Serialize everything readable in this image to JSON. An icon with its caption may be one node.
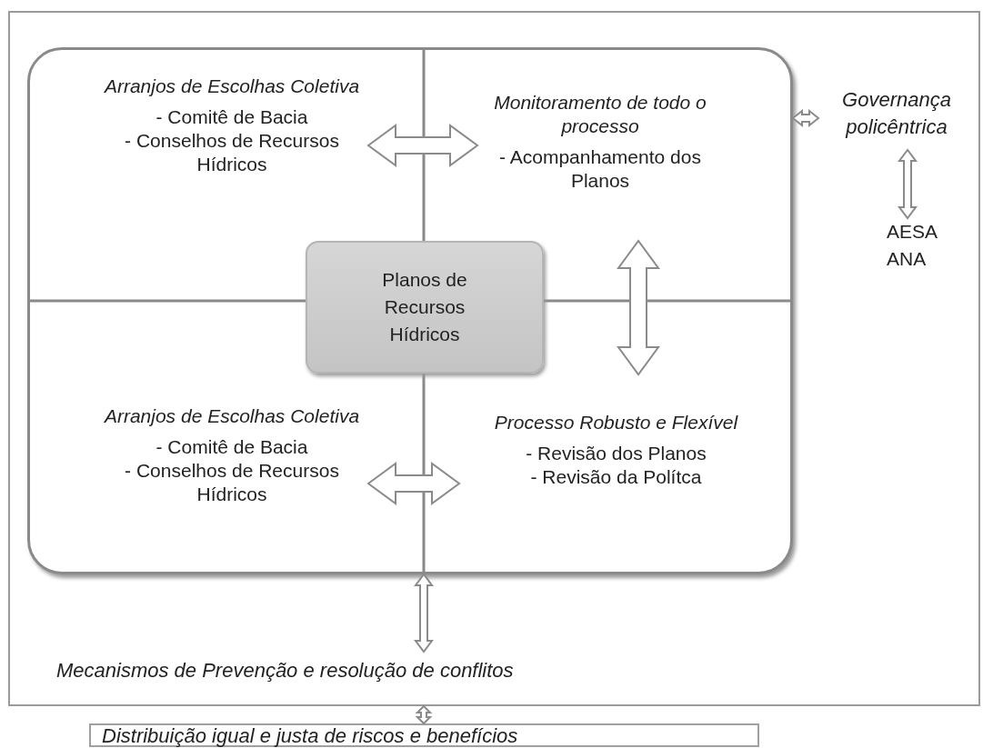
{
  "diagram": {
    "nodes": [
      {
        "text": [],
        "shape": "box"
      },
      {
        "text": [],
        "shape": "box",
        "in": 0
      },
      {
        "text": [
          "Arranjos de Escolhas Coletiva",
          "- Comitê de Bacia",
          "- Conselhos de Recursos Hídricos"
        ],
        "in": 1
      },
      {
        "text": [
          "Monitoramento de todo o processo",
          "- Acompanhamento dos Planos"
        ],
        "in": 1
      },
      {
        "text": [
          "Planos de Recursos Hídricos"
        ],
        "in": 1
      },
      {
        "text": [
          "Arranjos de Escolhas Coletiva",
          "- Comitê de Bacia",
          "- Conselhos de Recursos Hídricos"
        ],
        "in": 1
      },
      {
        "text": [
          "Processo Robusto e Flexível",
          "- Revisão dos Planos",
          "- Revisão da Polítca"
        ],
        "in": 1
      },
      {
        "text": [
          "Governança policêntrica"
        ],
        "in": 0
      },
      {
        "text": [
          "AESA",
          "ANA"
        ],
        "in": 0
      },
      {
        "text": [
          "Mecanismos de Prevenção e resolução de conflitos"
        ],
        "in": 0
      },
      {
        "text": [
          "Distribuição igual e justa de riscos e benefícios"
        ]
      }
    ],
    "edges": [
      {
        "from": 2,
        "to": 3,
        "arrow": "both"
      },
      {
        "from": 5,
        "to": 6,
        "arrow": "both"
      },
      {
        "from": 3,
        "to": 6,
        "arrow": "both"
      },
      {
        "from": 1,
        "to": 7,
        "arrow": "both"
      },
      {
        "from": 7,
        "to": 8,
        "arrow": "both"
      },
      {
        "from": 1,
        "to": 9,
        "arrow": "both"
      },
      {
        "from": 0,
        "to": 10,
        "arrow": "both"
      }
    ]
  }
}
